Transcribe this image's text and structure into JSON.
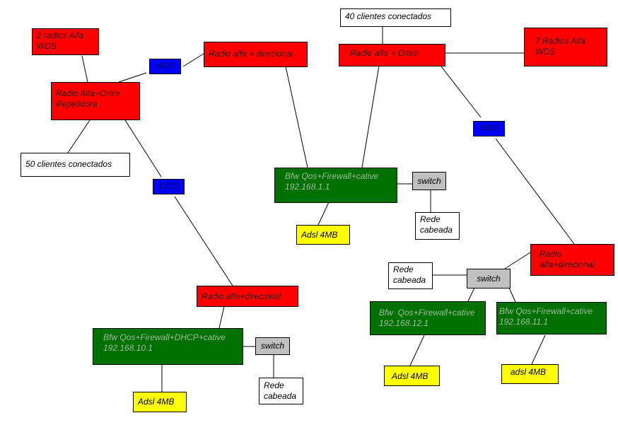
{
  "nodes": {
    "radios_2_wds": "2 radios Alfa\nWDS",
    "wds_1": "WDS",
    "radio_direcional_1": "Radio alfa + direcional",
    "radio_omni_repetidora": "Radio Alfa+Omni\nRepetidora",
    "clientes_50": "50 clientes conectados",
    "wds_2": "WDS",
    "clientes_40": "40 clientes conectados",
    "radio_omni": "Radio alfa + Omni",
    "radios_7_wds": "7 Radios Alfa\nWDS",
    "wds_3": "WDS",
    "bfw_1": "Bfw Qos+Firewall+cative\n192.168.1.1",
    "switch_1": "switch",
    "adsl_1": "Adsl 4MB",
    "rede_1": "Rede\ncabeada",
    "radio_direcional_2": "Radio\nalfa+direcional",
    "rede_2": "Rede\ncabeada",
    "switch_2": "switch",
    "bfw_12": "Bfw  Qos+Firewall+cative\n192.168.12.1",
    "bfw_11": "Bfw Qos+Firewall+cative\n192.168.11.1",
    "adsl_2": "Adsl 4MB",
    "adsl_3": "adsl 4MB",
    "radio_direcional_3": "Radio alfa+direcional",
    "bfw_10": "Bfw Qos+Firewall+DHCP+cative\n192.168.10.1",
    "switch_3": "switch",
    "adsl_4": "Adsl 4MB",
    "rede_3": "Rede\ncabeada"
  },
  "colors": {
    "radio": "#ff0000",
    "wds": "#0000ff",
    "router": "#007000",
    "switch": "#c0c0c0",
    "adsl": "#ffff00",
    "client": "#ffffff"
  }
}
